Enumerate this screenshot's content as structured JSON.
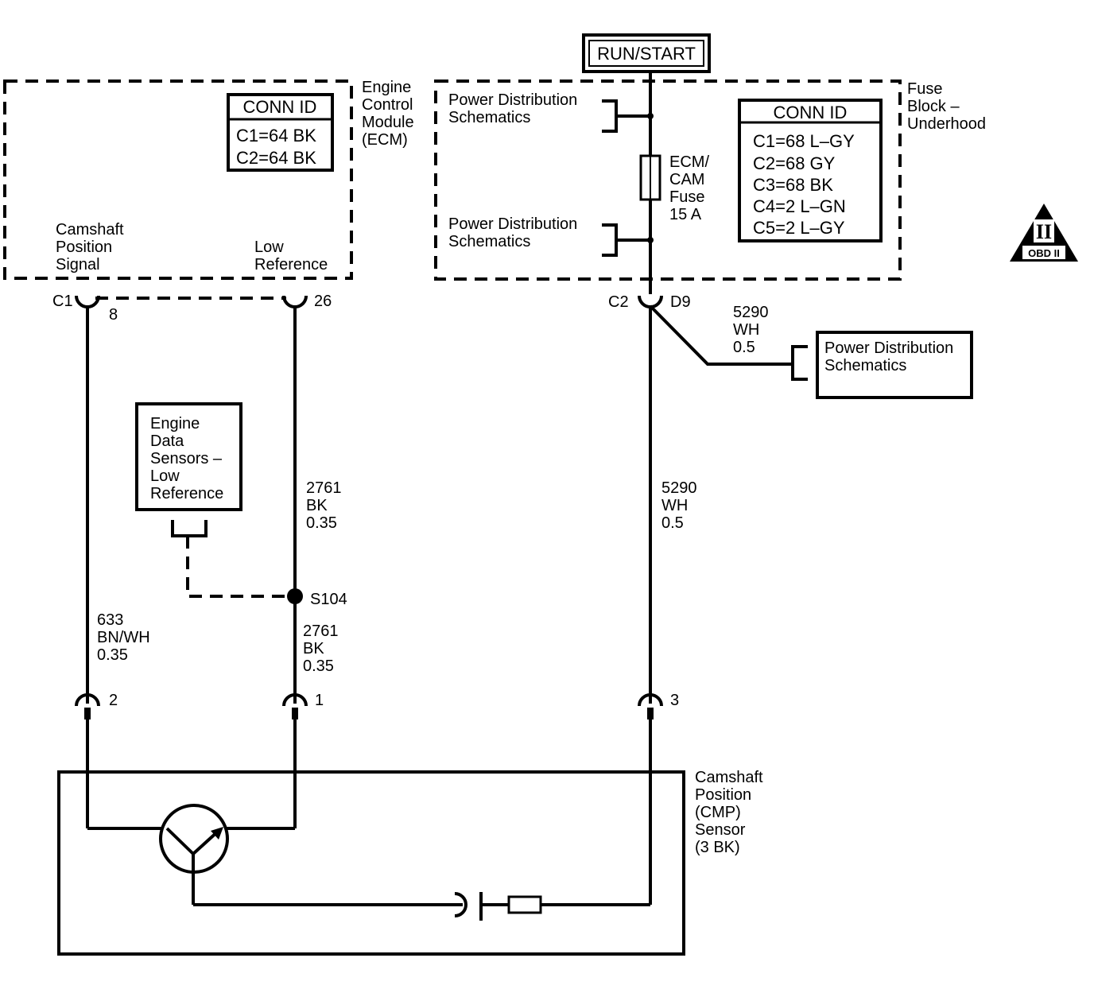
{
  "run_start": "RUN/START",
  "ecm": {
    "title": [
      "Engine",
      "Control",
      "Module",
      "(ECM)"
    ],
    "conn_id_title": "CONN ID",
    "conn_ids": [
      "C1=64 BK",
      "C2=64 BK"
    ],
    "pin_cmp_signal": [
      "Camshaft",
      "Position",
      "Signal"
    ],
    "pin_low_ref": [
      "Low",
      "Reference"
    ],
    "conn_c1": "C1",
    "pin8": "8",
    "pin26": "26"
  },
  "fuse_block": {
    "title": [
      "Fuse",
      "Block –",
      "Underhood"
    ],
    "conn_id_title": "CONN ID",
    "conn_ids": [
      "C1=68 L–GY",
      "C2=68 GY",
      "C3=68 BK",
      "C4=2 L–GN",
      "C5=2 L–GY"
    ],
    "pds_top": [
      "Power Distribution",
      "Schematics"
    ],
    "pds_mid": [
      "Power Distribution",
      "Schematics"
    ],
    "fuse_label": [
      "ECM/",
      "CAM",
      "Fuse",
      "15 A"
    ],
    "conn_c2": "C2",
    "pin_d9": "D9"
  },
  "obd": {
    "numeral": "II",
    "label": "OBD II"
  },
  "branch_wire": [
    "5290",
    "WH",
    "0.5"
  ],
  "pds_right": [
    "Power Distribution",
    "Schematics"
  ],
  "engine_data": [
    "Engine",
    "Data",
    "Sensors –",
    "Low",
    "Reference"
  ],
  "wires": {
    "w_2761_top": [
      "2761",
      "BK",
      "0.35"
    ],
    "w_2761_bottom": [
      "2761",
      "BK",
      "0.35"
    ],
    "w_633": [
      "633",
      "BN/WH",
      "0.35"
    ],
    "w_5290": [
      "5290",
      "WH",
      "0.5"
    ],
    "splice": "S104"
  },
  "sensor": {
    "pin2": "2",
    "pin1": "1",
    "pin3": "3",
    "title": [
      "Camshaft",
      "Position",
      "(CMP)",
      "Sensor",
      "(3 BK)"
    ]
  }
}
